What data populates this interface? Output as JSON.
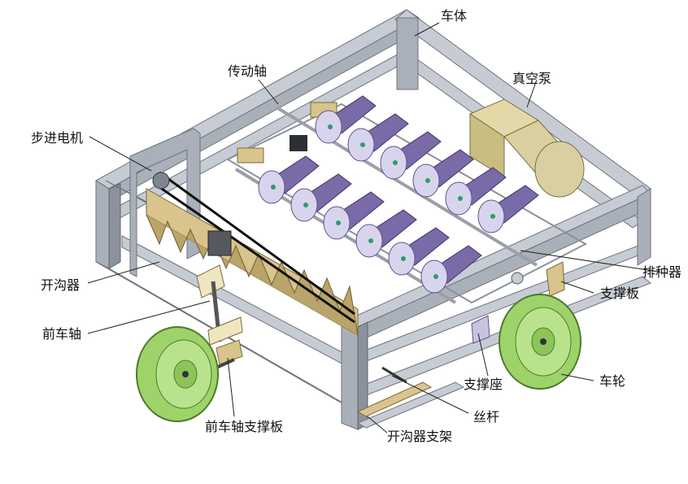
{
  "labels": {
    "car_body": "车体",
    "drive_shaft": "传动轴",
    "vacuum_pump": "真空泵",
    "stepper_motor": "步进电机",
    "ditch_opener": "开沟器",
    "front_axle": "前车轴",
    "seed_meter": "排种器",
    "support_plate": "支撑板",
    "support_seat": "支撑座",
    "wheel": "车轮",
    "lead_screw": "丝杆",
    "front_axle_support_plate": "前车轴支撑板",
    "ditch_opener_bracket": "开沟器支架"
  },
  "colors": {
    "frame": "#c7ccd4",
    "seed_meter": "#7a6aa8",
    "disc": "#d8d4ee",
    "wheel": "#9ed36a",
    "pump": "#d9cfa0",
    "ditch_opener": "#d8c48c"
  }
}
